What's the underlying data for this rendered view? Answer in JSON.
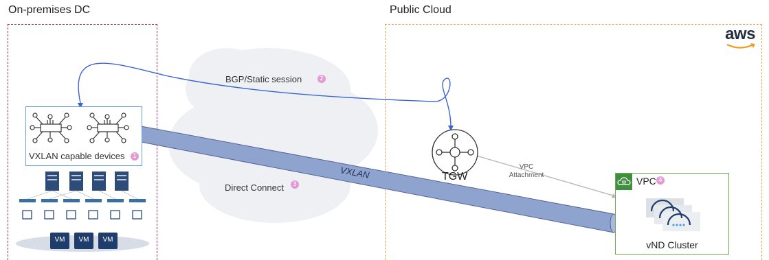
{
  "onprem": {
    "title": "On-premises DC",
    "devices_label": "VXLAN capable devices",
    "devices_badge": "1",
    "vm_labels": [
      "VM",
      "VM",
      "VM"
    ]
  },
  "cloud": {
    "title": "Public Cloud",
    "provider_logo": "aws"
  },
  "links": {
    "bgp_label": "BGP/Static session",
    "bgp_badge": "2",
    "direct_connect_label": "Direct Connect",
    "direct_connect_badge": "3",
    "tunnel_label": "VXLAN",
    "attachment_line1": "VPC",
    "attachment_line2": "Attachment"
  },
  "tgw": {
    "label": "TGW"
  },
  "vpc": {
    "label": "VPC",
    "badge": "4",
    "cluster_label": "vND Cluster"
  },
  "colors": {
    "onprem_border": "#8a2a55",
    "cloud_border": "#e8a050",
    "bgp_arrow": "#3b63d6",
    "tunnel": "#8fa3cf",
    "vpc_border": "#6aa84f",
    "badge": "#e39ad2"
  }
}
